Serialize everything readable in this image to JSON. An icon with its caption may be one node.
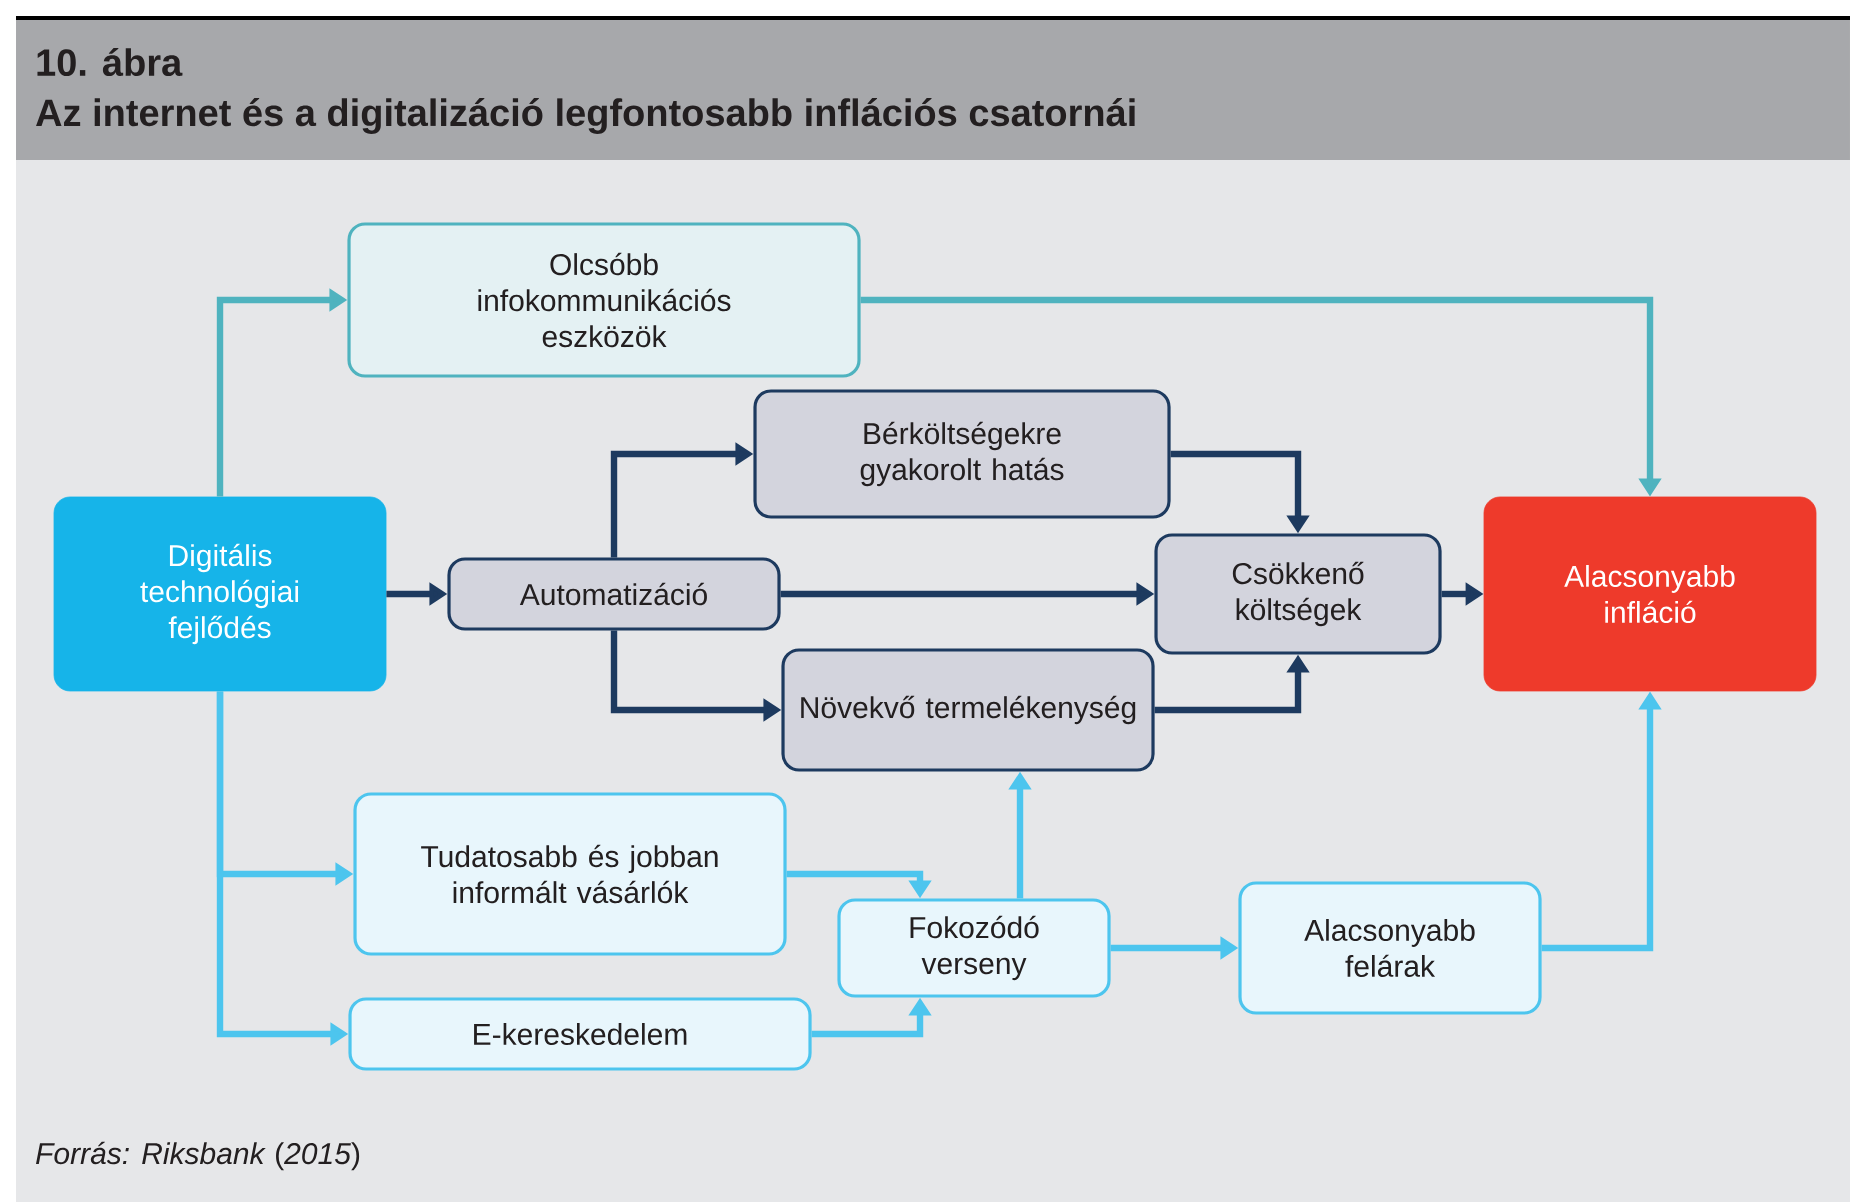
{
  "diagram": {
    "title": "Az internet és a digitalizáció legfontosabb inflációs csatornái",
    "caption": "*Forrás: Riksbank* (*2015*)",
    "labels": [
      "10. ábra"
    ],
    "nodes": [
      {
        "text": [
          "Digitális technológiai fejlődés"
        ]
      },
      {
        "text": [
          "Olcsóbb infokommunikációs eszközök"
        ]
      },
      {
        "text": [
          "Automatizáció"
        ]
      },
      {
        "text": [
          "Bérköltségekre gyakorolt hatás"
        ]
      },
      {
        "text": [
          "Csökkenő költségek"
        ]
      },
      {
        "text": [
          "Növekvő termelékenység"
        ]
      },
      {
        "text": [
          "Alacsonyabb infláció"
        ]
      },
      {
        "text": [
          "Tudatosabb és jobban informált vásárlók"
        ]
      },
      {
        "text": [
          "E-kereskedelem"
        ]
      },
      {
        "text": [
          "Fokozódó verseny"
        ]
      },
      {
        "text": [
          "Alacsonyabb felárak"
        ]
      }
    ],
    "edges": [
      {
        "from": 0,
        "to": 1,
        "arrow": "to",
        "color": "#4fb3bf"
      },
      {
        "from": 1,
        "to": 6,
        "arrow": "to",
        "color": "#4fb3bf"
      },
      {
        "from": 0,
        "to": 2,
        "arrow": "to"
      },
      {
        "from": 2,
        "to": 3,
        "arrow": "to"
      },
      {
        "from": 2,
        "to": 4,
        "arrow": "to"
      },
      {
        "from": 2,
        "to": 5,
        "arrow": "to"
      },
      {
        "from": 3,
        "to": 4,
        "arrow": "to"
      },
      {
        "from": 5,
        "to": 4,
        "arrow": "to"
      },
      {
        "from": 4,
        "to": 6,
        "arrow": "to"
      },
      {
        "from": 0,
        "to": 7,
        "arrow": "to",
        "color": "#4dc5ee"
      },
      {
        "from": 0,
        "to": 8,
        "arrow": "to",
        "color": "#4dc5ee"
      },
      {
        "from": 7,
        "to": 9,
        "arrow": "to",
        "color": "#4dc5ee"
      },
      {
        "from": 8,
        "to": 9,
        "arrow": "to",
        "color": "#4dc5ee"
      },
      {
        "from": 9,
        "to": 5,
        "arrow": "to",
        "color": "#4dc5ee"
      },
      {
        "from": 9,
        "to": 10,
        "arrow": "to",
        "color": "#4dc5ee"
      },
      {
        "from": 10,
        "to": 6,
        "arrow": "to",
        "color": "#4dc5ee"
      }
    ]
  }
}
